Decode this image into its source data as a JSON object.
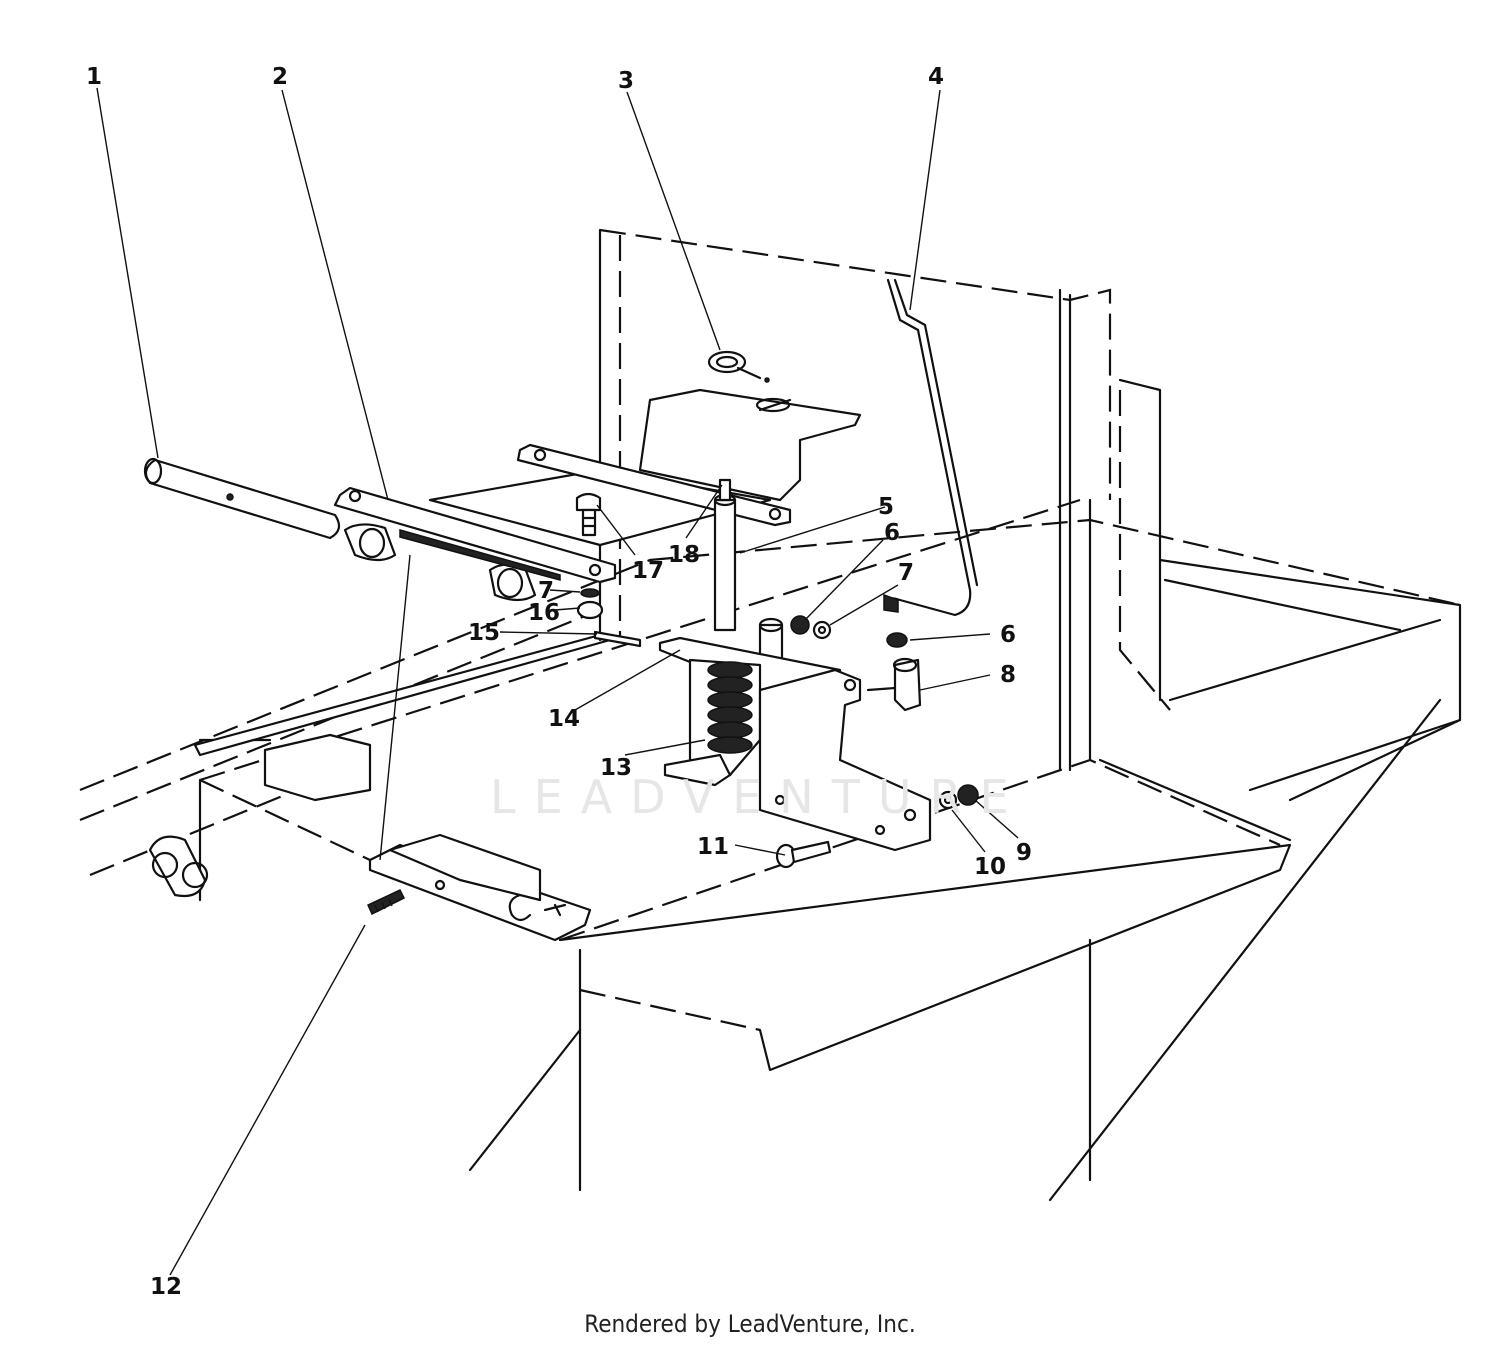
{
  "watermark": "LEADVENTURE",
  "credit": "Rendered by LeadVenture, Inc.",
  "callouts": [
    {
      "id": "1",
      "label": "1"
    },
    {
      "id": "2",
      "label": "2"
    },
    {
      "id": "3",
      "label": "3"
    },
    {
      "id": "4",
      "label": "4"
    },
    {
      "id": "5",
      "label": "5"
    },
    {
      "id": "6a",
      "label": "6"
    },
    {
      "id": "6b",
      "label": "6"
    },
    {
      "id": "7a",
      "label": "7"
    },
    {
      "id": "7b",
      "label": "7"
    },
    {
      "id": "8",
      "label": "8"
    },
    {
      "id": "9",
      "label": "9"
    },
    {
      "id": "10",
      "label": "10"
    },
    {
      "id": "11",
      "label": "11"
    },
    {
      "id": "12",
      "label": "12"
    },
    {
      "id": "13",
      "label": "13"
    },
    {
      "id": "14",
      "label": "14"
    },
    {
      "id": "15",
      "label": "15"
    },
    {
      "id": "16",
      "label": "16"
    },
    {
      "id": "17",
      "label": "17"
    },
    {
      "id": "18",
      "label": "18"
    }
  ]
}
